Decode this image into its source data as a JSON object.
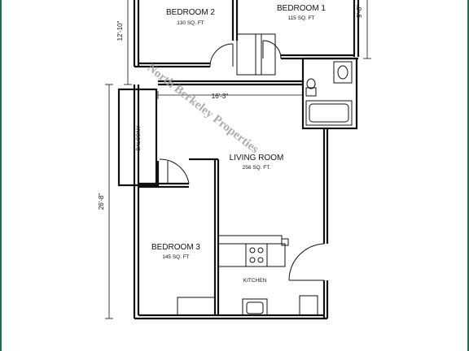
{
  "rooms": {
    "bedroom2": {
      "name": "BEDROOM 2",
      "area": "130 SQ. FT"
    },
    "bedroom1": {
      "name": "BEDROOM 1",
      "area": "115 SQ. FT"
    },
    "living": {
      "name": "LIVING ROOM",
      "area": "256 SQ. FT."
    },
    "bedroom3": {
      "name": "BEDROOM 3",
      "area": "145 SQ. FT"
    },
    "kitchen": {
      "name": "KITCHEN"
    },
    "balcony": {
      "name": "BALCONY"
    }
  },
  "dimensions": {
    "top_left_height": "12'-10\"",
    "top_right_height": "9'-6\"",
    "living_width": "16'-3\"",
    "left_height": "26'-8\""
  },
  "watermark": "North Berkeley Properties",
  "colors": {
    "frame_border": "#1f6b4a",
    "walls": "#111111",
    "watermark": "#9e9e9e"
  }
}
